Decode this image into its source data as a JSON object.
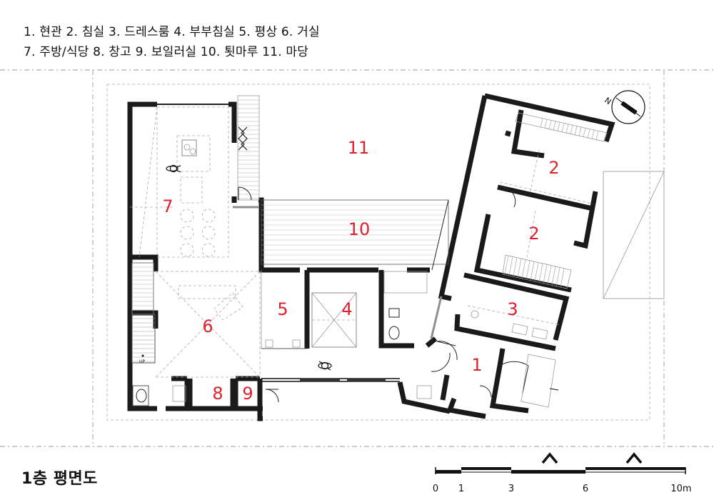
{
  "legend": {
    "line1": "1. 현관  2. 침실  3. 드레스룸  4. 부부침실  5. 평상  6. 거실",
    "line2": "7. 주방/식당  8. 창고  9. 보일러실  10. 툇마루  11. 마당"
  },
  "title": "1층 평면도",
  "compass": {
    "label": "N"
  },
  "rooms": [
    {
      "num": "1"
    },
    {
      "num": "2"
    },
    {
      "num": "2"
    },
    {
      "num": "3"
    },
    {
      "num": "4"
    },
    {
      "num": "5"
    },
    {
      "num": "6"
    },
    {
      "num": "7"
    },
    {
      "num": "8"
    },
    {
      "num": "9"
    },
    {
      "num": "10"
    },
    {
      "num": "11"
    }
  ],
  "stairs": {
    "up": "UP"
  },
  "scale_bar": {
    "ticks": [
      "0",
      "1",
      "3",
      "6",
      "10m"
    ]
  },
  "colors": {
    "room_numbers": "#e0202c",
    "walls": "#1a1a1a"
  }
}
